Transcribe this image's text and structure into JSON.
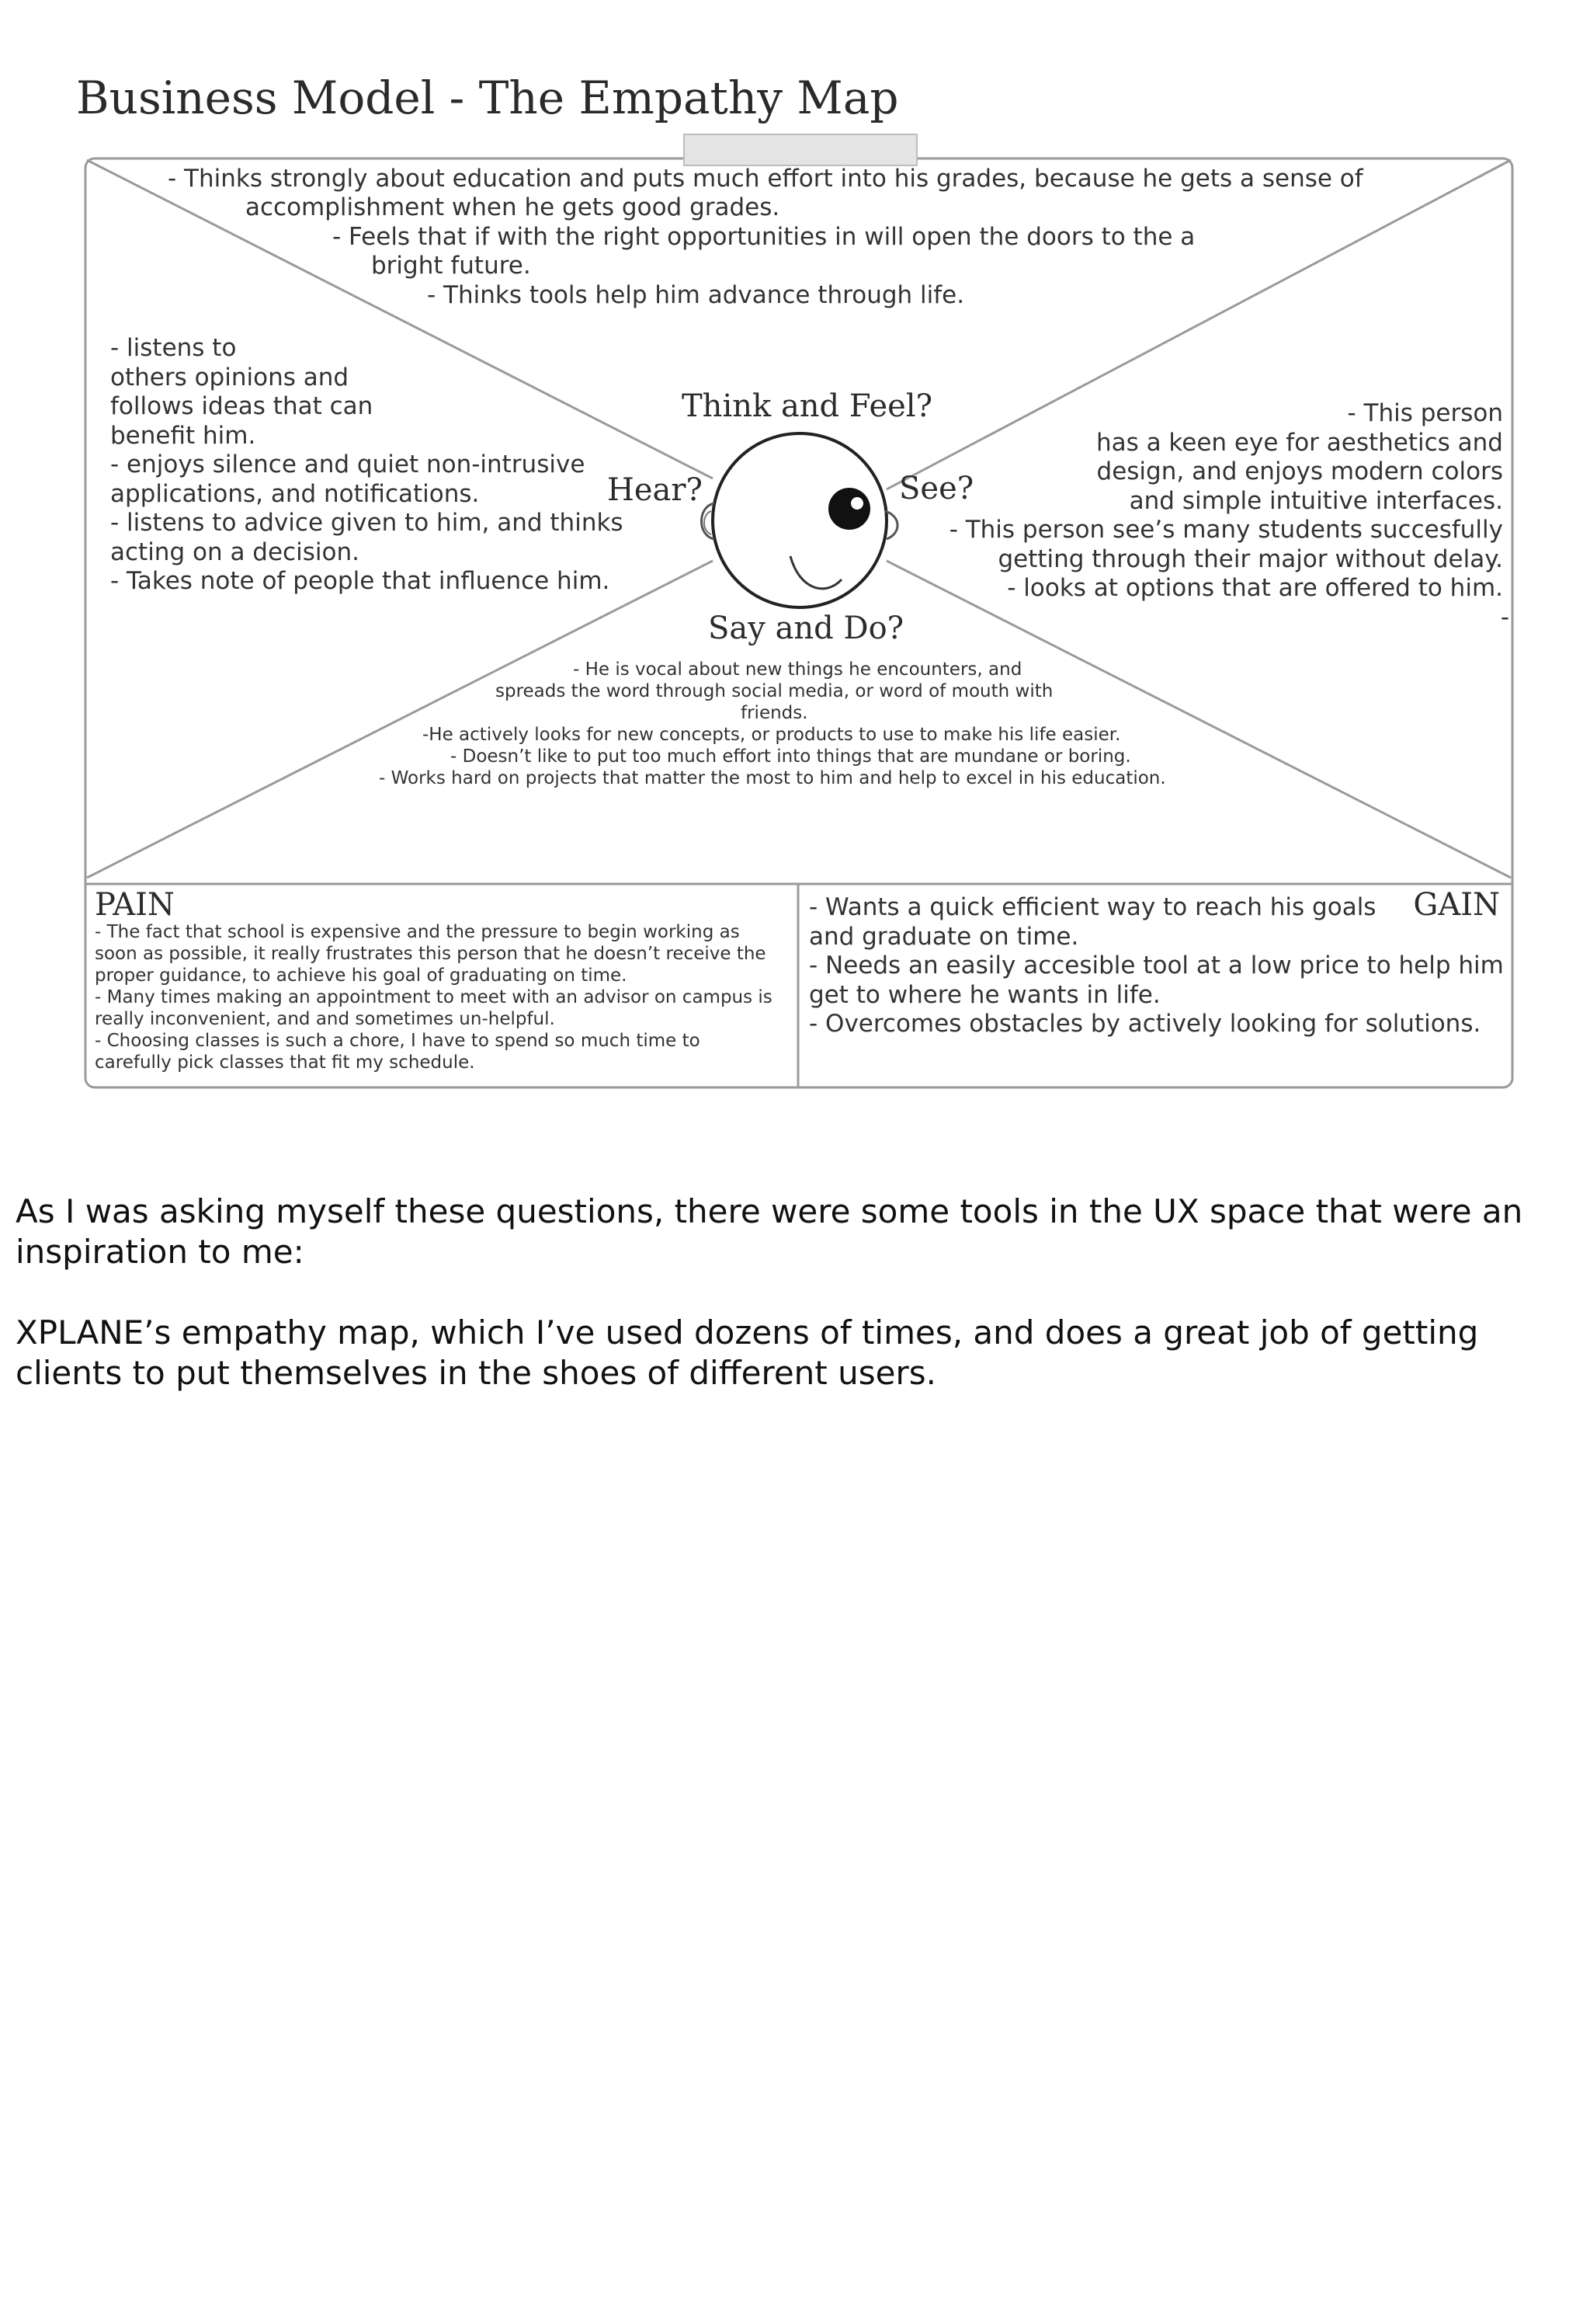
{
  "title": "Business Model - The Empathy Map",
  "think": {
    "label": "Think and Feel?",
    "lines": [
      "- Thinks strongly about education and puts much effort into his grades, because he gets a sense of",
      "accomplishment when he gets good grades.",
      "- Feels that if with the right opportunities in will open the doors to the a",
      "bright future.",
      "- Thinks tools help him advance through life."
    ]
  },
  "hear": {
    "label": "Hear?",
    "lines": [
      "- listens to",
      "others opinions and",
      "follows ideas that can",
      "benefit him.",
      "- enjoys silence and quiet non-intrusive",
      "applications, and notifications.",
      "- listens to advice given to him, and thinks",
      "acting on a decision.",
      "- Takes note of people that influence him."
    ]
  },
  "see": {
    "label": "See?",
    "lines": [
      "- This person",
      "has a keen eye for aesthetics and",
      "design, and enjoys modern colors",
      "and simple intuitive interfaces.",
      "- This person see’s many students succesfully",
      "getting through their major without delay.",
      "- looks at options that are offered to him.",
      "-"
    ]
  },
  "say": {
    "label": "Say and Do?",
    "lines": [
      "- He is vocal about new things he encounters, and",
      "spreads the word through social media, or word of mouth with",
      "friends.",
      "-He actively looks for new concepts, or products to use to make his life easier.",
      "- Doesn’t like to put too much effort into things that are mundane or boring.",
      "- Works hard on projects that matter the most to him and help to excel in his education."
    ]
  },
  "pain": {
    "label": "PAIN",
    "lines": [
      "- The fact that school is expensive and the pressure to begin working as",
      "soon as possible, it really frustrates this person that he doesn’t receive the",
      "proper guidance, to achieve his goal of graduating on time.",
      "- Many times making an appointment to meet with an advisor on campus is",
      "really inconvenient, and and sometimes un-helpful.",
      "- Choosing classes is such a chore, I have to spend so much time to",
      "carefully pick classes that fit my schedule."
    ]
  },
  "gain": {
    "label": "GAIN",
    "lines": [
      "- Wants a quick efficient way to reach his goals",
      "and graduate on time.",
      "- Needs an easily accesible tool at a low price to help him",
      "get to where he wants in life.",
      "- Overcomes obstacles by actively looking for solutions."
    ]
  },
  "paragraphs": [
    "As I was asking myself these questions, there were some tools in the UX space that were an inspiration to me:",
    "XPLANE’s empathy map, which I’ve used dozens of times, and does a great job of getting clients to put themselves in the shoes of different users."
  ]
}
